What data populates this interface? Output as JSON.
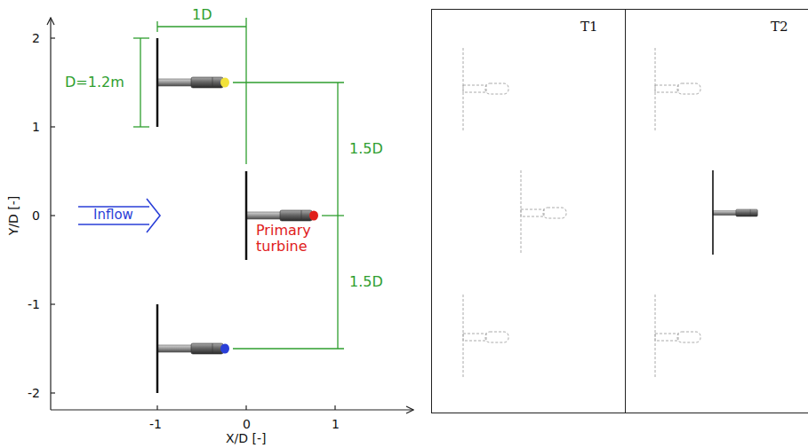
{
  "diagram": {
    "nodes": [
      {
        "text": [
          "T1"
        ]
      },
      {
        "text": [
          "T2"
        ]
      }
    ],
    "labels": [
      "1D",
      "D=1.2m",
      "1.5D",
      "1.5D",
      "Inflow",
      "Primary turbine",
      "2",
      "1",
      "0",
      "-1",
      "-2",
      "-1",
      "0",
      "1",
      "Y/D [-]",
      "X/D [-]"
    ]
  }
}
